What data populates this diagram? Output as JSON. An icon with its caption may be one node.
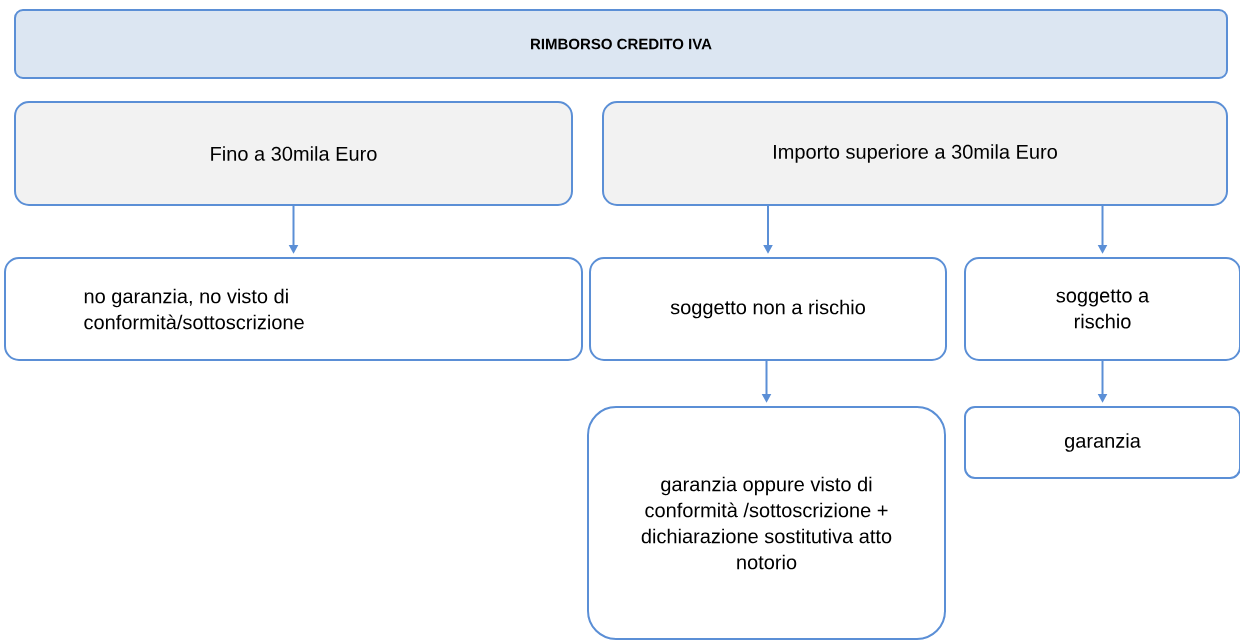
{
  "diagram": {
    "nodes": [
      {
        "text": [
          "RIMBORSO CREDITO IVA"
        ]
      },
      {
        "text": [
          "Fino a 30mila Euro"
        ]
      },
      {
        "text": [
          "Importo superiore a 30mila Euro"
        ]
      },
      {
        "text": [
          "no garanzia, no visto di conformità/sottoscrizione"
        ]
      },
      {
        "text": [
          "soggetto non a rischio"
        ]
      },
      {
        "text": [
          "soggetto a rischio"
        ]
      },
      {
        "text": [
          "garanzia oppure visto di conformità /sottoscrizione + dichiarazione sostitutiva atto notorio"
        ]
      },
      {
        "text": [
          "garanzia"
        ]
      }
    ],
    "edges": [
      {
        "from": 1,
        "to": 3,
        "arrow": "to"
      },
      {
        "from": 2,
        "to": 4,
        "arrow": "to"
      },
      {
        "from": 2,
        "to": 5,
        "arrow": "to"
      },
      {
        "from": 4,
        "to": 6,
        "arrow": "to"
      },
      {
        "from": 5,
        "to": 7,
        "arrow": "to"
      }
    ]
  }
}
